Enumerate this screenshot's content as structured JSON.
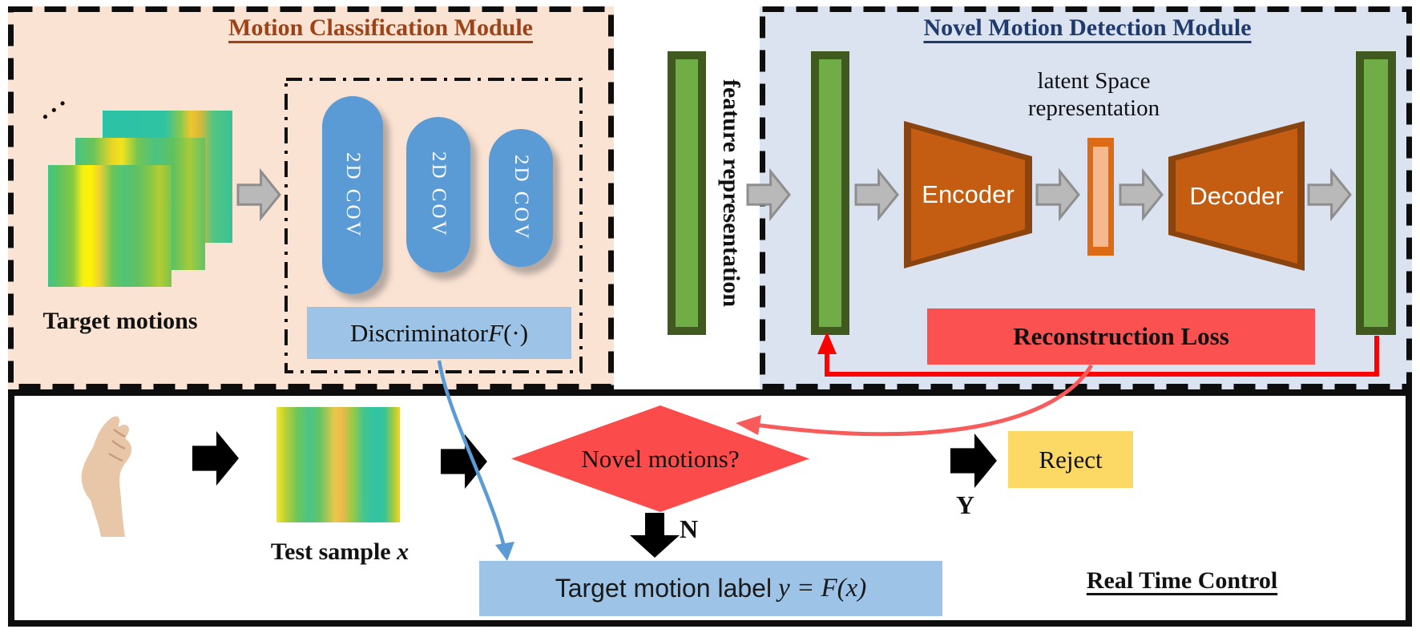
{
  "classification": {
    "title": "Motion Classification Module",
    "dots": "···",
    "target_motions_label": "Target motions",
    "conv_blocks": [
      "2D COV",
      "2D COV",
      "2D COV"
    ],
    "discriminator_prefix": "Discriminator ",
    "discriminator_symbol": "F",
    "discriminator_suffix": "(·)"
  },
  "connector": {
    "feature_representation_label": "feature representation"
  },
  "detection": {
    "title": "Novel Motion Detection Module",
    "latent_line1": "latent Space",
    "latent_line2": "representation",
    "encoder_label": "Encoder",
    "decoder_label": "Decoder",
    "reconstruction_loss_label": "Reconstruction Loss"
  },
  "realtime": {
    "title": "Real Time Control",
    "test_sample_prefix": "Test sample ",
    "test_sample_symbol": "x",
    "decision_label": "Novel motions?",
    "no_label": "N",
    "yes_label": "Y",
    "reject_label": "Reject",
    "target_prefix": "Target motion label",
    "target_math": "y = F(x)"
  },
  "colors": {
    "classification_bg": "#fbe3d3",
    "detection_bg": "#dbe2f0",
    "classification_title": "#9e4318",
    "detection_title": "#1f3b6e",
    "green_bar_fill": "#70ad47",
    "green_bar_border": "#40591e",
    "conv_pill_blue": "#5b9bd5",
    "light_blue_box": "#9dc3e6",
    "diamond_red": "#fb4b4b",
    "reconstruction_red": "#fc5151",
    "reject_yellow": "#fbd964",
    "trapezoid_fill": "#c45c12",
    "trapezoid_border": "#8a4410",
    "latent_bar_outer": "#dd6a15",
    "latent_bar_inner": "#f6b98d",
    "gray_arrow": "#b9b9b9",
    "red_line": "#ff0000",
    "red_curve": "#f85b5b",
    "blue_curve": "#5b9bd5"
  }
}
